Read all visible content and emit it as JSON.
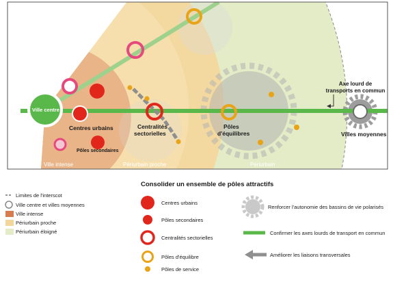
{
  "diagram": {
    "zone_labels": {
      "intense": "Ville intense",
      "proche": "Périurbain proche",
      "periurbain": "Périurbain"
    },
    "node_labels": {
      "ville_centre": "Ville centre",
      "centres_urbains": "Centres urbains",
      "poles_secondaires": "Pôles secondaires",
      "centralites_1": "Centralités",
      "centralites_2": "sectorielles",
      "poles_eq_1": "Pôles",
      "poles_eq_2": "d'équilibres",
      "villes_moyennes": "Villes moyennes",
      "axe_1": "Axe lourd de",
      "axe_2": "transports en commun"
    },
    "colors": {
      "ville_intense": "#d77c4e",
      "periurbain_proche": "#f2d69a",
      "periurbain_eloigne": "#e3ecc6",
      "axe_vert": "#5ab84a",
      "pole_rouge": "#e1261c",
      "pole_orange": "#e8a317",
      "cercle_rose": "#e5497e",
      "roue_grise": "#a9a9a9"
    }
  },
  "legend": {
    "title": "Consolider un ensemble de pôles attractifs",
    "left": {
      "limites": "Limites de l'interscot",
      "ville_centre": "Ville centre et villes moyennes",
      "ville_intense": "Ville intense",
      "proche": "Périurbain proche",
      "eloigne": "Périurbain éloigné"
    },
    "middle": {
      "centres_urbains": "Centres urbains",
      "poles_secondaires": "Pôles secondaires",
      "centralites": "Centralités sectorielles",
      "poles_equilibre": "Pôles d'équilibre",
      "poles_service": "Pôles de service"
    },
    "right": {
      "renforcer": "Renforcer l'autonomie des bassins de vie polarisés",
      "confirmer": "Confirmer les axes lourds de transport en commun",
      "ameliorer": "Améliorer les liaisons transversales"
    }
  }
}
